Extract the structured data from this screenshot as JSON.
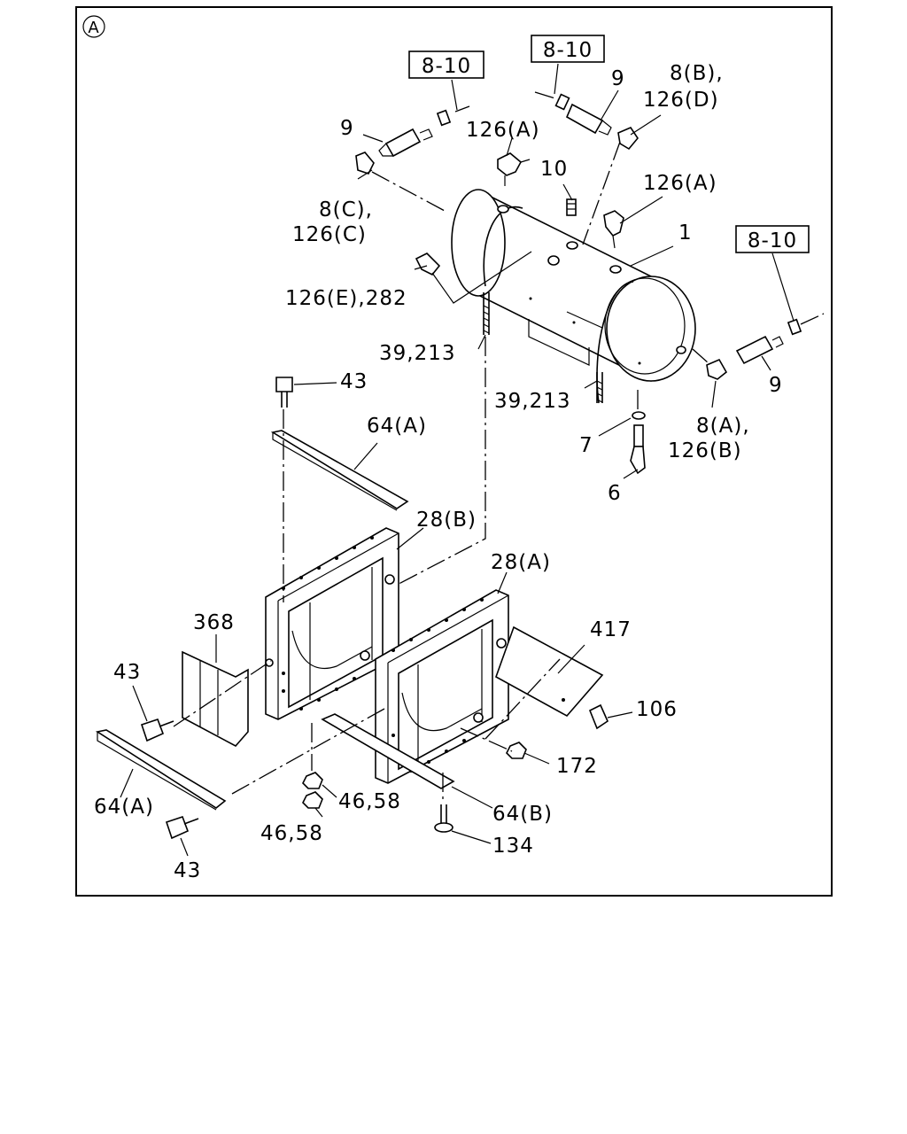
{
  "view_marker": "A",
  "references": [
    "8-10",
    "8-10",
    "8-10"
  ],
  "labels": [
    "9",
    "8(C),",
    "126(C)",
    "126(A)",
    "9",
    "8(B),",
    "126(D)",
    "10",
    "126(A)",
    "1",
    "126(E),282",
    "39,213",
    "39,213",
    "9",
    "8(A),",
    "126(B)",
    "7",
    "6",
    "43",
    "64(A)",
    "28(B)",
    "28(A)",
    "368",
    "417",
    "43",
    "106",
    "172",
    "64(A)",
    "46,58",
    "64(B)",
    "46,58",
    "134",
    "43"
  ]
}
